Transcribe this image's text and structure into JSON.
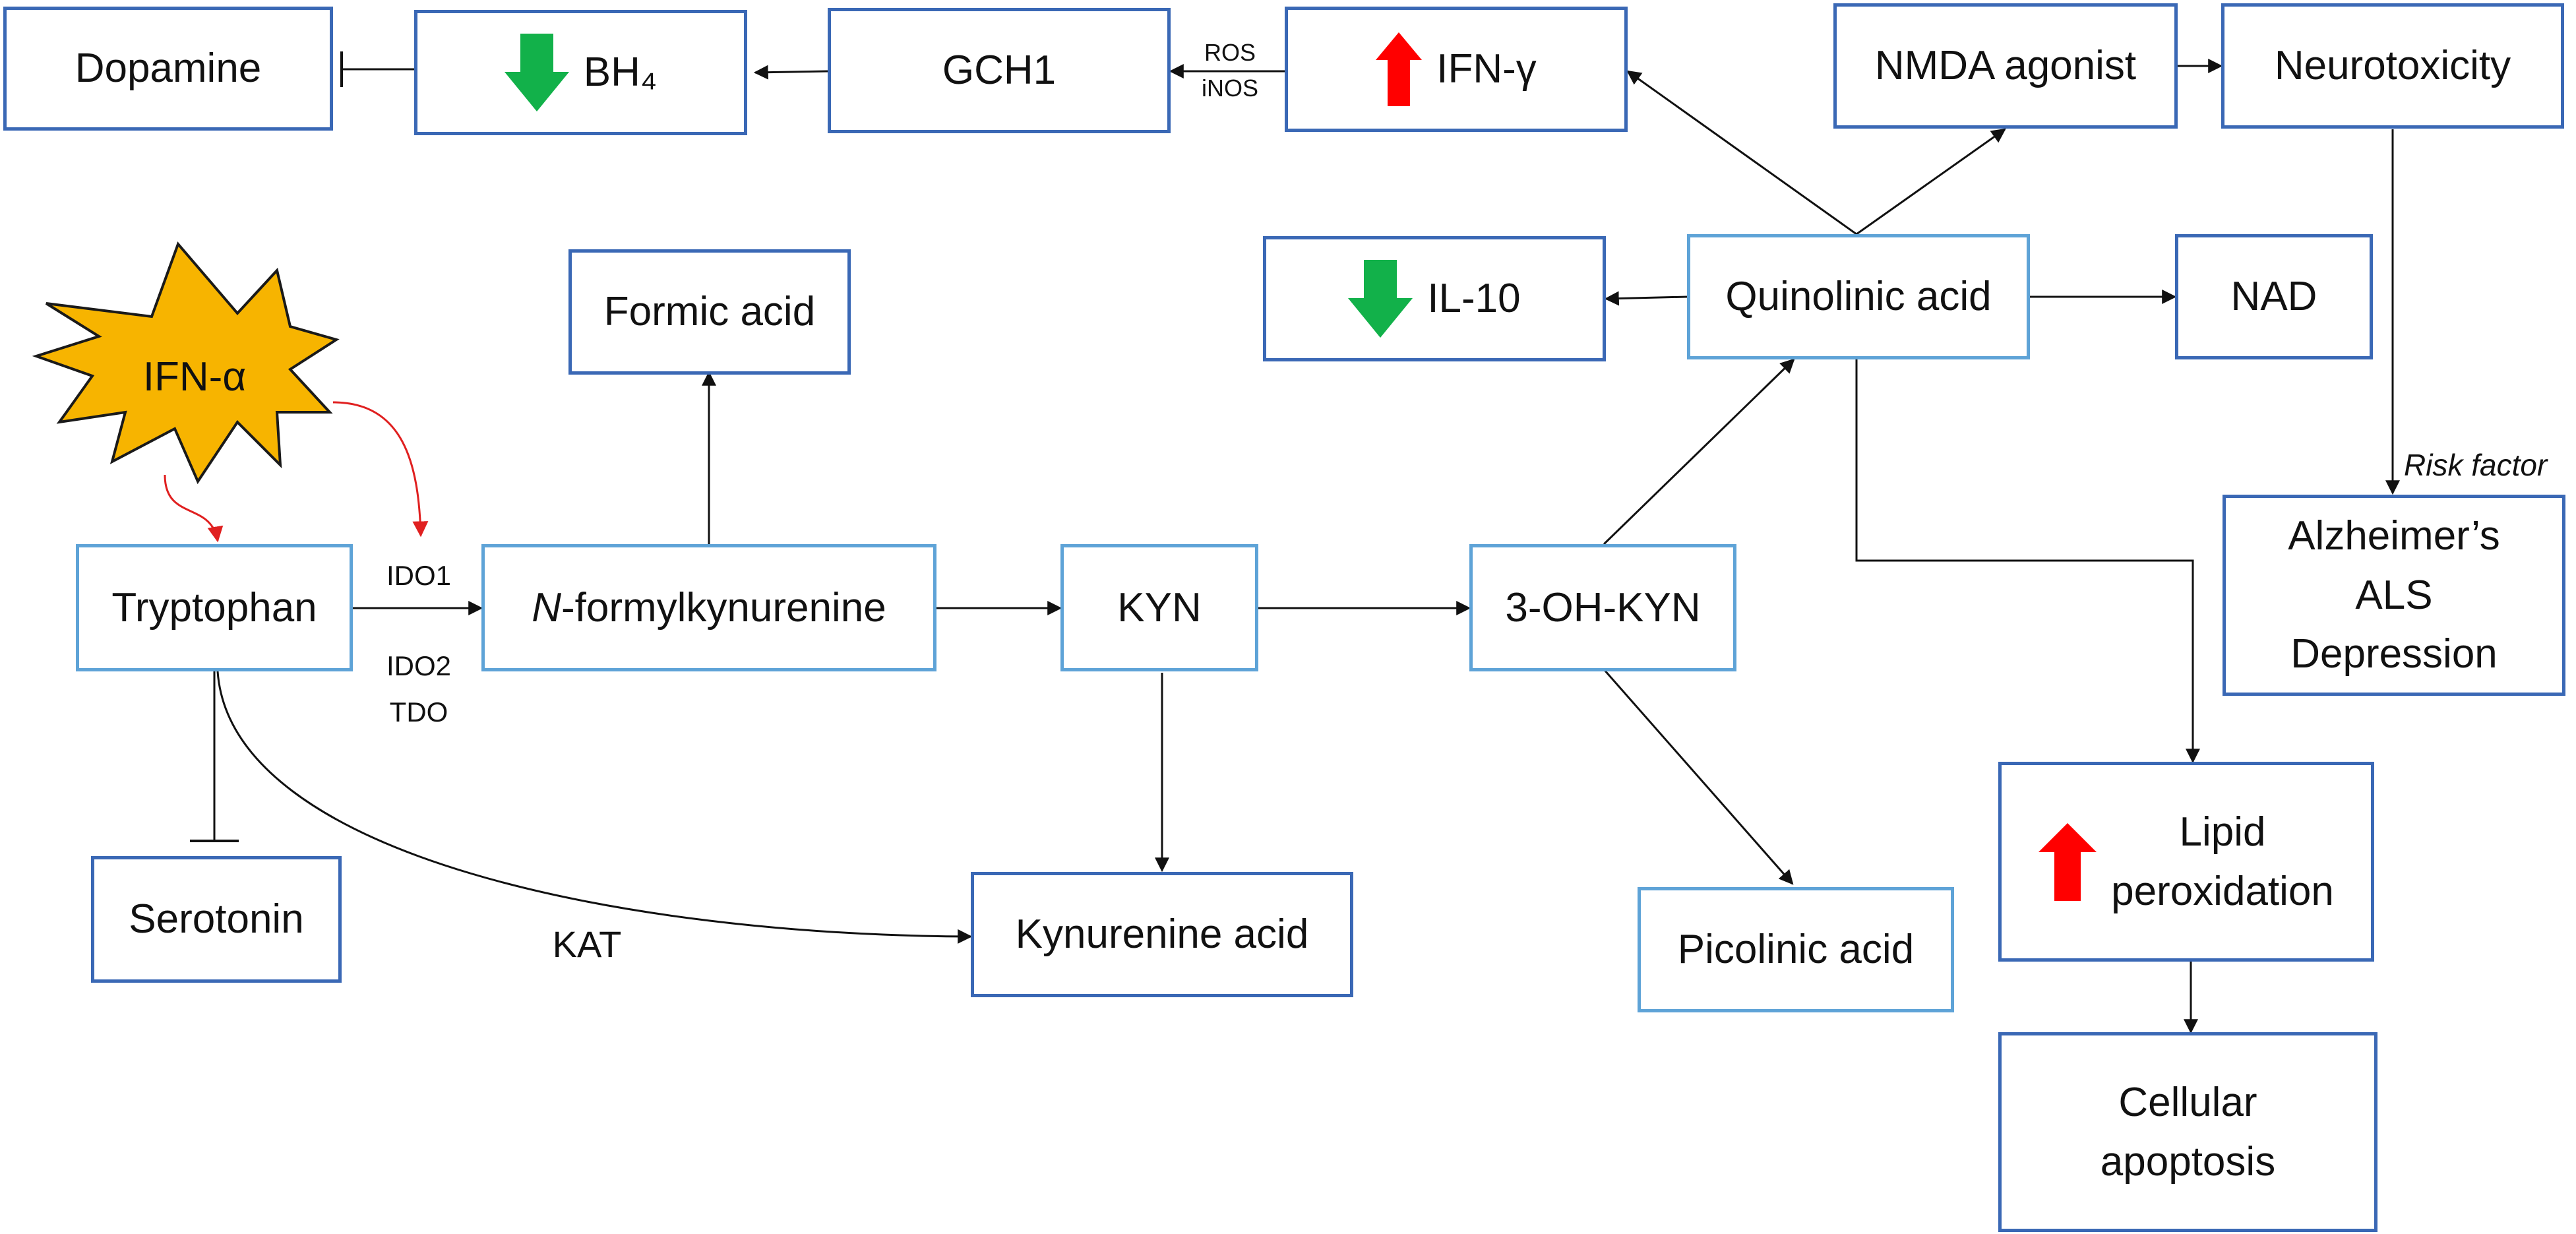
{
  "nodes": {
    "dopamine": "Dopamine",
    "bh4": "BH₄",
    "gch1": "GCH1",
    "ifn_gamma": "IFN-γ",
    "nmda_agonist": "NMDA agonist",
    "neurotoxicity": "Neurotoxicity",
    "formic_acid": "Formic acid",
    "il10": "IL-10",
    "quinolinic_acid": "Quinolinic acid",
    "nad": "NAD",
    "ifn_alpha": "IFN-α",
    "tryptophan": "Tryptophan",
    "n_formyl_prefix": "N",
    "n_formyl_rest": "-formylkynurenine",
    "kyn": "KYN",
    "three_oh_kyn": "3-OH-KYN",
    "disease_lines": [
      "Alzheimer’s",
      "ALS",
      "Depression"
    ],
    "lipid_lines": [
      "Lipid",
      "peroxidation"
    ],
    "serotonin": "Serotonin",
    "kynurenine_acid": "Kynurenine acid",
    "picolinic_acid": "Picolinic acid",
    "apoptosis_lines": [
      "Cellular",
      "apoptosis"
    ]
  },
  "edge_labels": {
    "ros": "ROS",
    "inos": "iNOS",
    "ido1": "IDO1",
    "ido2": "IDO2",
    "tdo": "TDO",
    "kat": "KAT",
    "risk_factor": "Risk factor"
  },
  "colors": {
    "box_border_dark": "#3a68b5",
    "box_border_light": "#5ea3d7",
    "up_arrow": "#ff0000",
    "down_arrow": "#12b14a",
    "ifn_alpha_fill": "#f7b400",
    "ifn_alpha_arrow": "#e02020",
    "line": "#111111"
  },
  "indicators": {
    "bh4": "down-arrow",
    "ifn_gamma": "up-arrow",
    "il10": "down-arrow",
    "lipid_peroxidation": "up-arrow"
  }
}
